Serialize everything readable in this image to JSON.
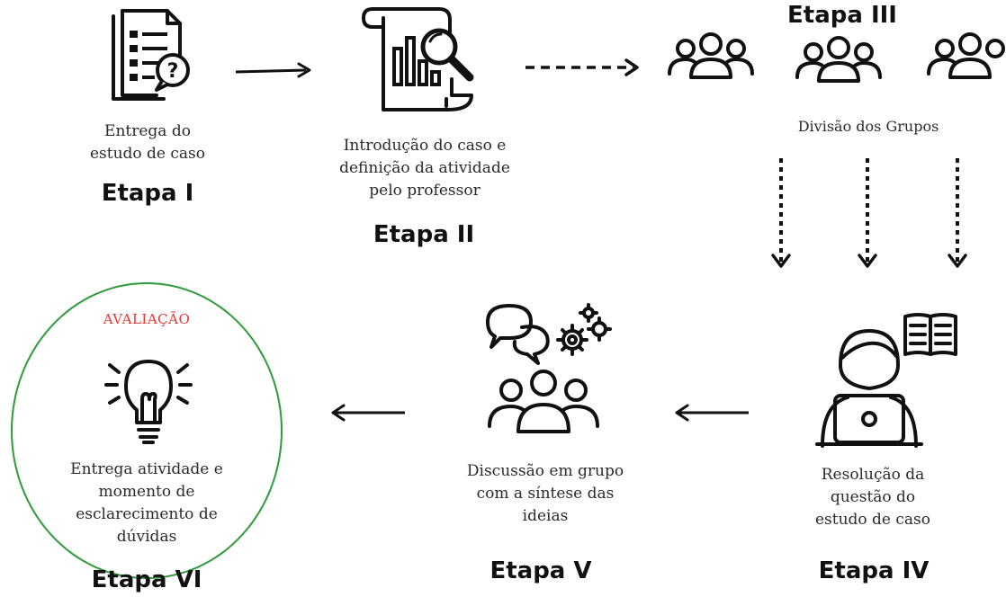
{
  "colors": {
    "ink": "#111111",
    "evaluation_red": "#e53935",
    "circle_green": "#2f9a3a"
  },
  "stages": {
    "etapa1": {
      "title": "Etapa I",
      "description": "Entrega do\nestudo de caso",
      "icon": "document-question-icon"
    },
    "etapa2": {
      "title": "Etapa II",
      "description": "Introdução do caso  e\ndefinição da atividade\npelo professor",
      "icon": "report-search-icon"
    },
    "etapa3": {
      "title": "Etapa III",
      "description": "Divisão dos Grupos",
      "icon": "group-icon"
    },
    "etapa4": {
      "title": "Etapa IV",
      "description": "Resolução da\nquestão do\nestudo de caso",
      "icon": "person-laptop-book-icon"
    },
    "etapa5": {
      "title": "Etapa V",
      "description": "Discussão em grupo\ncom a síntese das\nideias",
      "icon": "discussion-gears-group-icon"
    },
    "etapa6": {
      "title": "Etapa VI",
      "description": "Entrega atividade e\nmomento de\nesclarecimento de\ndúvidas",
      "label": "AVALIAÇÃO",
      "icon": "lightbulb-icon"
    }
  }
}
